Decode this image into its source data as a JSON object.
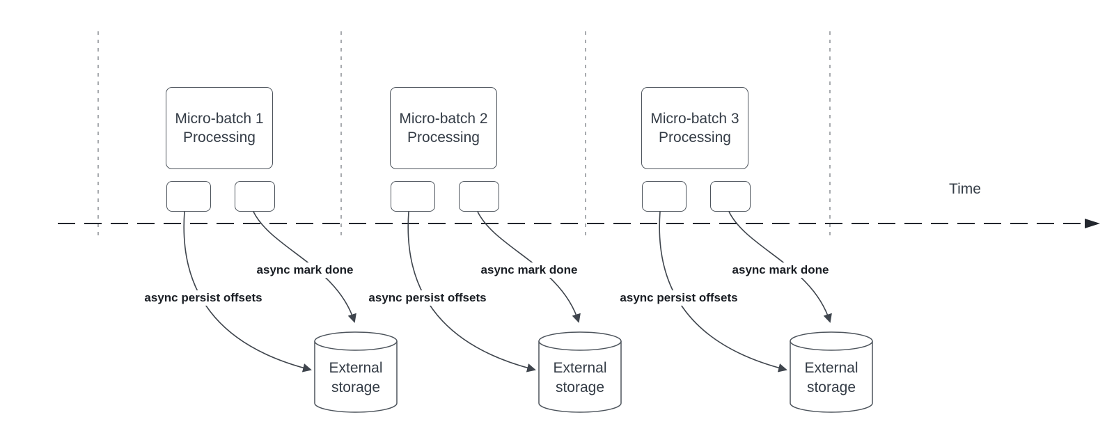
{
  "diagram": {
    "type": "timeline-flow-diagram",
    "time_axis_label": "Time"
  },
  "colors": {
    "background": "#ffffff",
    "box_stroke": "#4d545c",
    "box_text": "#343c46",
    "curve_stroke": "#3f454d",
    "timeline_stroke": "#23272e",
    "guide_line_stroke": "#a7aaae",
    "flow_label_text": "#1a1e24"
  },
  "segments": [
    {
      "title": "Micro-batch 1\nProcessing",
      "persist_label": "async persist offsets",
      "mark_done_label": "async mark done",
      "storage_label": "External\nstorage"
    },
    {
      "title": "Micro-batch 2\nProcessing",
      "persist_label": "async persist offsets",
      "mark_done_label": "async mark done",
      "storage_label": "External\nstorage"
    },
    {
      "title": "Micro-batch 3\nProcessing",
      "persist_label": "async persist offsets",
      "mark_done_label": "async mark done",
      "storage_label": "External\nstorage"
    }
  ]
}
